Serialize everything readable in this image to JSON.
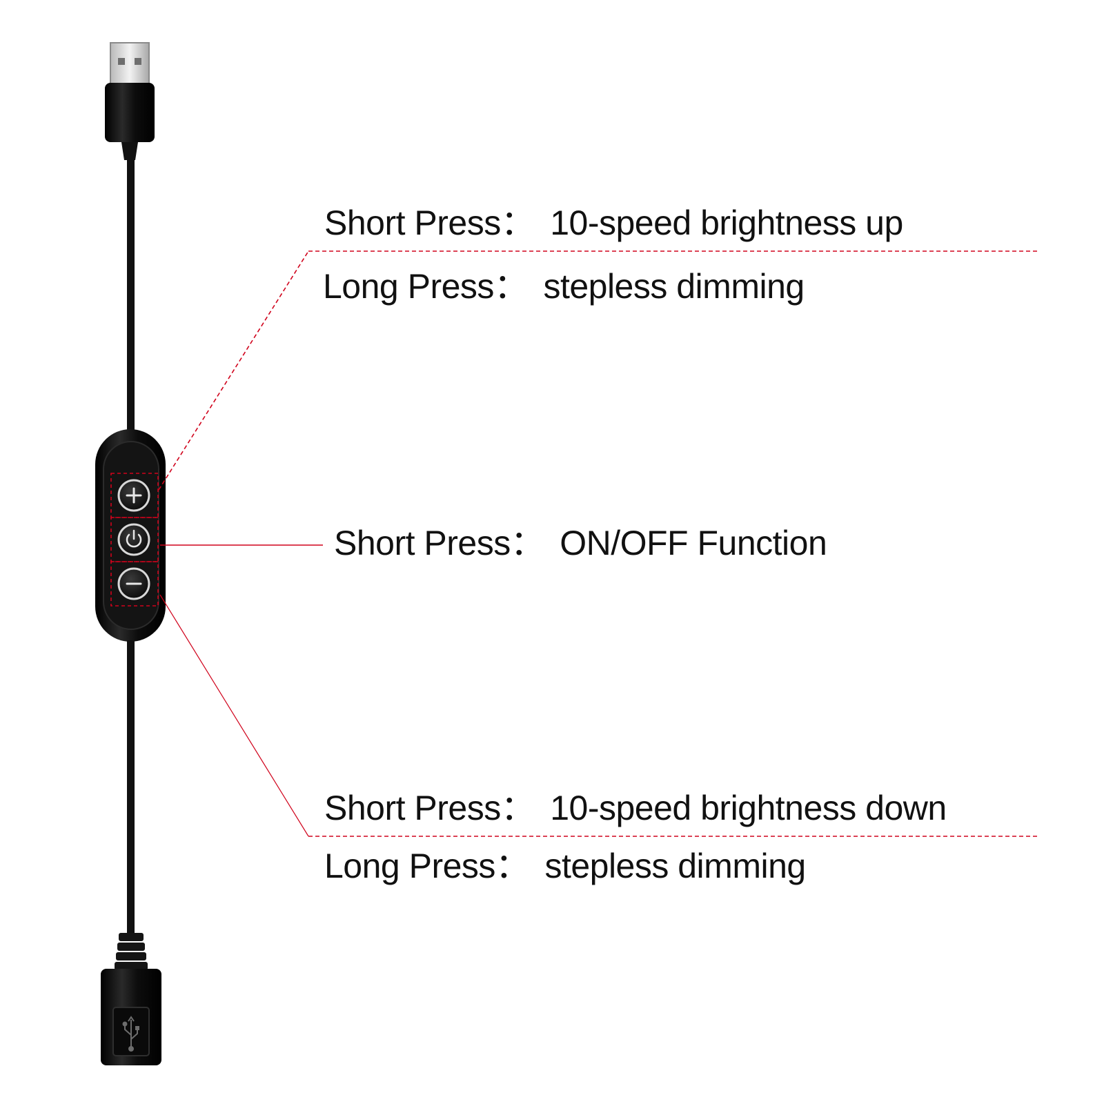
{
  "colors": {
    "background": "#ffffff",
    "callout_line": "#d0021b",
    "cable": "#111111",
    "text": "#111111"
  },
  "annotations": [
    {
      "button": "plus-button",
      "lines": [
        {
          "key": "Short Press：",
          "value": "10-speed brightness up"
        },
        {
          "key": "Long Press：",
          "value": "stepless dimming"
        }
      ]
    },
    {
      "button": "power-button",
      "lines": [
        {
          "key": "Short Press：",
          "value": "ON/OFF Function"
        }
      ]
    },
    {
      "button": "minus-button",
      "lines": [
        {
          "key": "Short Press：",
          "value": "10-speed brightness down"
        },
        {
          "key": "Long Press：",
          "value": "stepless dimming"
        }
      ]
    }
  ],
  "icons": {
    "plus": "plus-icon",
    "power": "power-icon",
    "minus": "minus-icon",
    "usb": "usb-symbol-icon"
  }
}
